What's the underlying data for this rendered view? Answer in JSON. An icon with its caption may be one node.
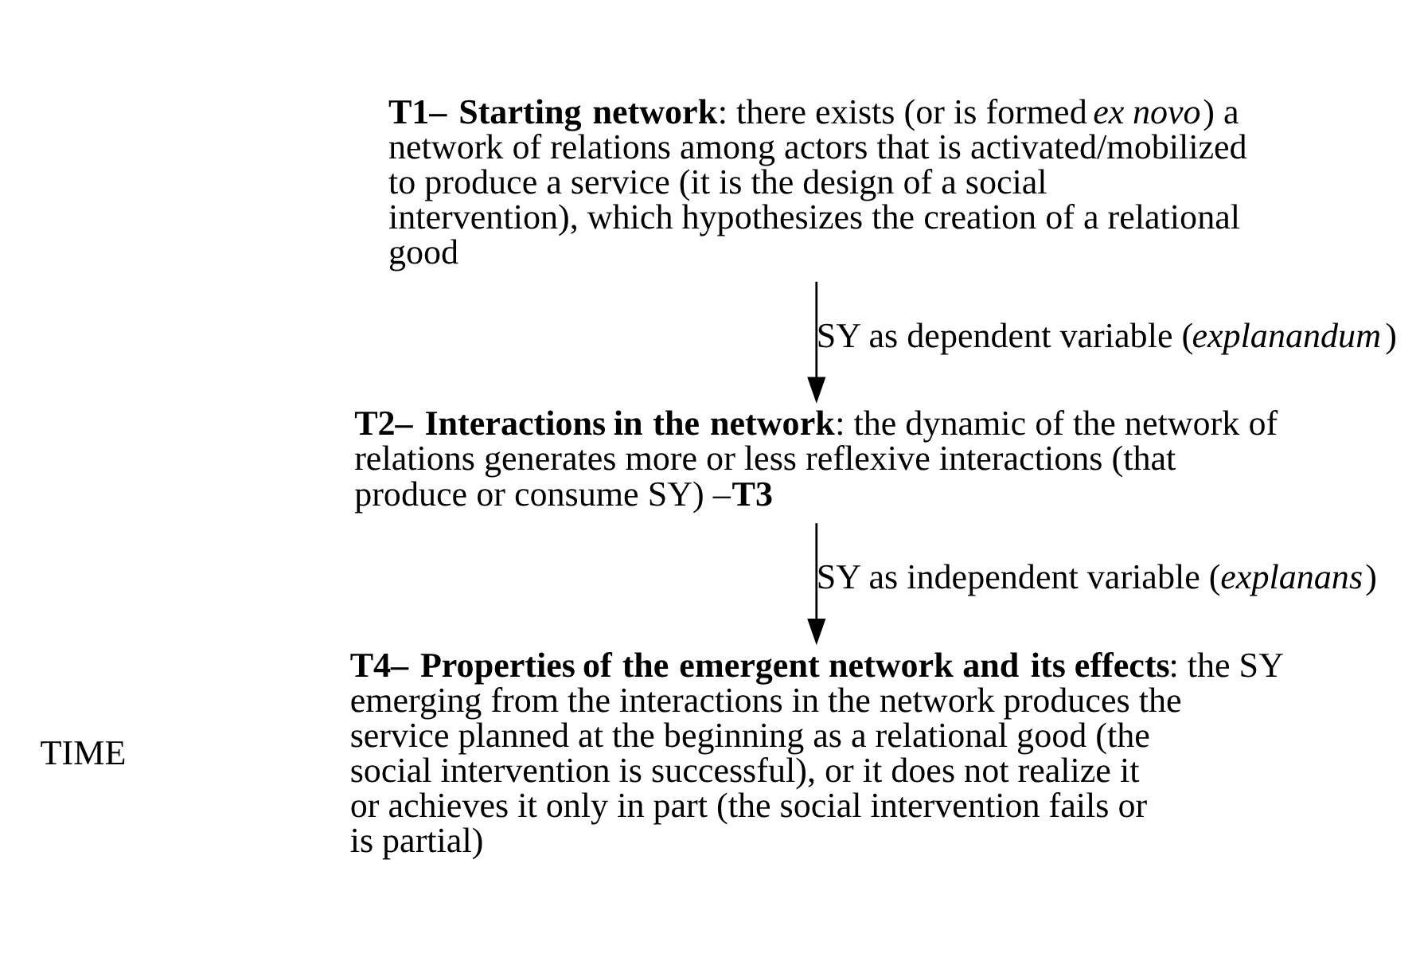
{
  "diagram": {
    "nodes": [
      {
        "text": [
          "**T1– Starting network**: there exists (or is formed *ex novo*) a network of relations among actors that is activated/mobilized to produce a service (it is the design of a social intervention), which hypothesizes the creation of a relational good"
        ]
      },
      {
        "text": [
          "**T2– Interactions in the network**: the dynamic of the network of relations generates more or less reflexive interactions (that produce or consume SY) –**T3**"
        ]
      },
      {
        "text": [
          "**T4– Properties of the emergent network and its effects**: the SY emerging from the interactions in the network produces the service planned at the beginning as a relational good (the social intervention is successful), or it does not realize it or achieves it only in part (the social intervention fails or is partial)"
        ]
      }
    ],
    "edges": [
      {
        "from": 0,
        "to": 1,
        "arrow": "to",
        "label": "SY as dependent variable (*explanandum*)"
      },
      {
        "from": 1,
        "to": 2,
        "arrow": "to",
        "label": "SY as independent variable (*explanans*)"
      }
    ],
    "labels": [
      "TIME"
    ]
  }
}
